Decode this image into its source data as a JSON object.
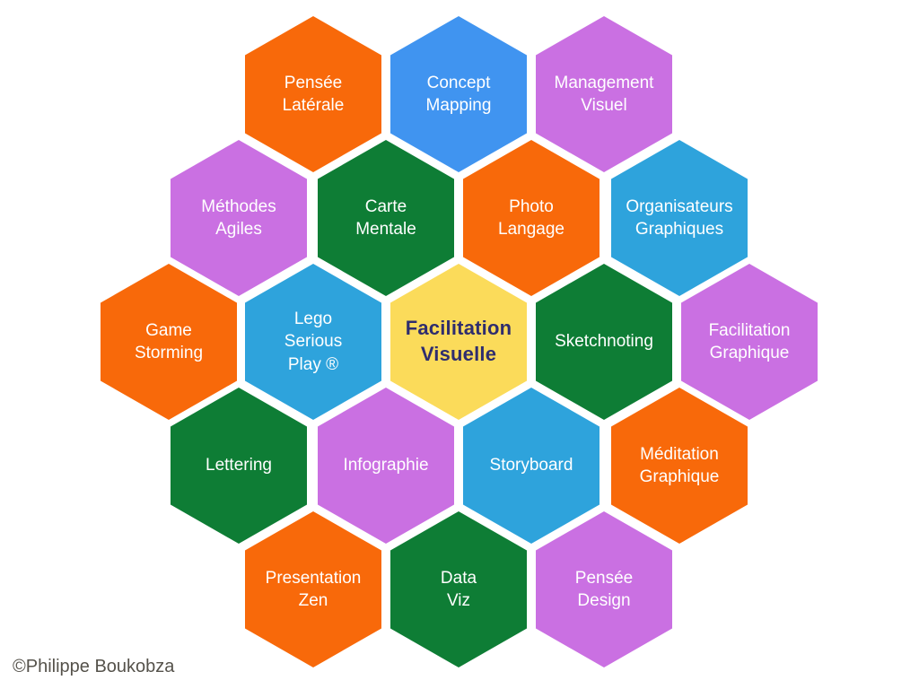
{
  "colors": {
    "orange": "#F8690A",
    "blue": "#4094F0",
    "cyan": "#2EA3DC",
    "purple": "#CA70E2",
    "green": "#0E7D35",
    "yellow": "#FBDB5A",
    "hex-text": "#FFFFFF",
    "center-text": "#2F2D6E",
    "credit-text": "#55524B",
    "background": "#FFFFFF"
  },
  "diagram": {
    "center_index": 9,
    "hexagons": [
      {
        "label": "Pensée\nLatérale",
        "color": "orange"
      },
      {
        "label": "Concept\nMapping",
        "color": "blue"
      },
      {
        "label": "Management\nVisuel",
        "color": "purple"
      },
      {
        "label": "Méthodes\nAgiles",
        "color": "purple"
      },
      {
        "label": "Carte\nMentale",
        "color": "green"
      },
      {
        "label": "Photo\nLangage",
        "color": "orange"
      },
      {
        "label": "Organisateurs\nGraphiques",
        "color": "cyan"
      },
      {
        "label": "Game\nStorming",
        "color": "orange"
      },
      {
        "label": "Lego\nSerious\nPlay ®",
        "color": "cyan"
      },
      {
        "label": "Facilitation\nVisuelle",
        "color": "yellow"
      },
      {
        "label": "Sketchnoting",
        "color": "green"
      },
      {
        "label": "Facilitation\nGraphique",
        "color": "purple"
      },
      {
        "label": "Lettering",
        "color": "green"
      },
      {
        "label": "Infographie",
        "color": "purple"
      },
      {
        "label": "Storyboard",
        "color": "cyan"
      },
      {
        "label": "Méditation\nGraphique",
        "color": "orange"
      },
      {
        "label": "Presentation\nZen",
        "color": "orange"
      },
      {
        "label": "Data\nViz",
        "color": "green"
      },
      {
        "label": "Pensée\nDesign",
        "color": "purple"
      }
    ]
  },
  "footer": {
    "credit": "©Philippe Boukobza"
  }
}
